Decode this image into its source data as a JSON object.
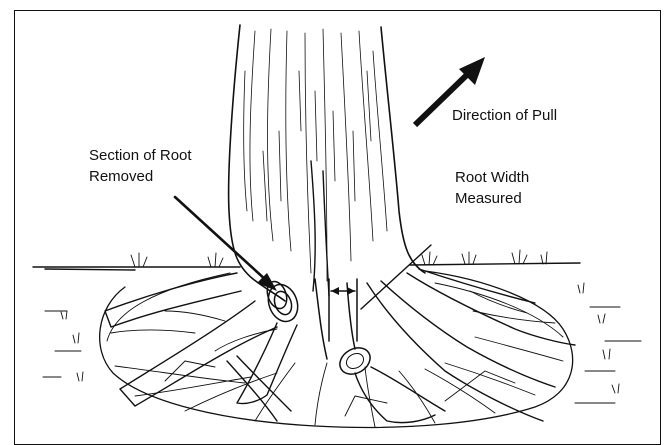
{
  "labels": {
    "direction_of_pull": "Direction of Pull",
    "section_removed_line1": "Section of Root",
    "section_removed_line2": "Removed",
    "root_width_line1": "Root Width",
    "root_width_line2": "Measured"
  },
  "colors": {
    "ink": "#111111",
    "background": "#ffffff"
  }
}
